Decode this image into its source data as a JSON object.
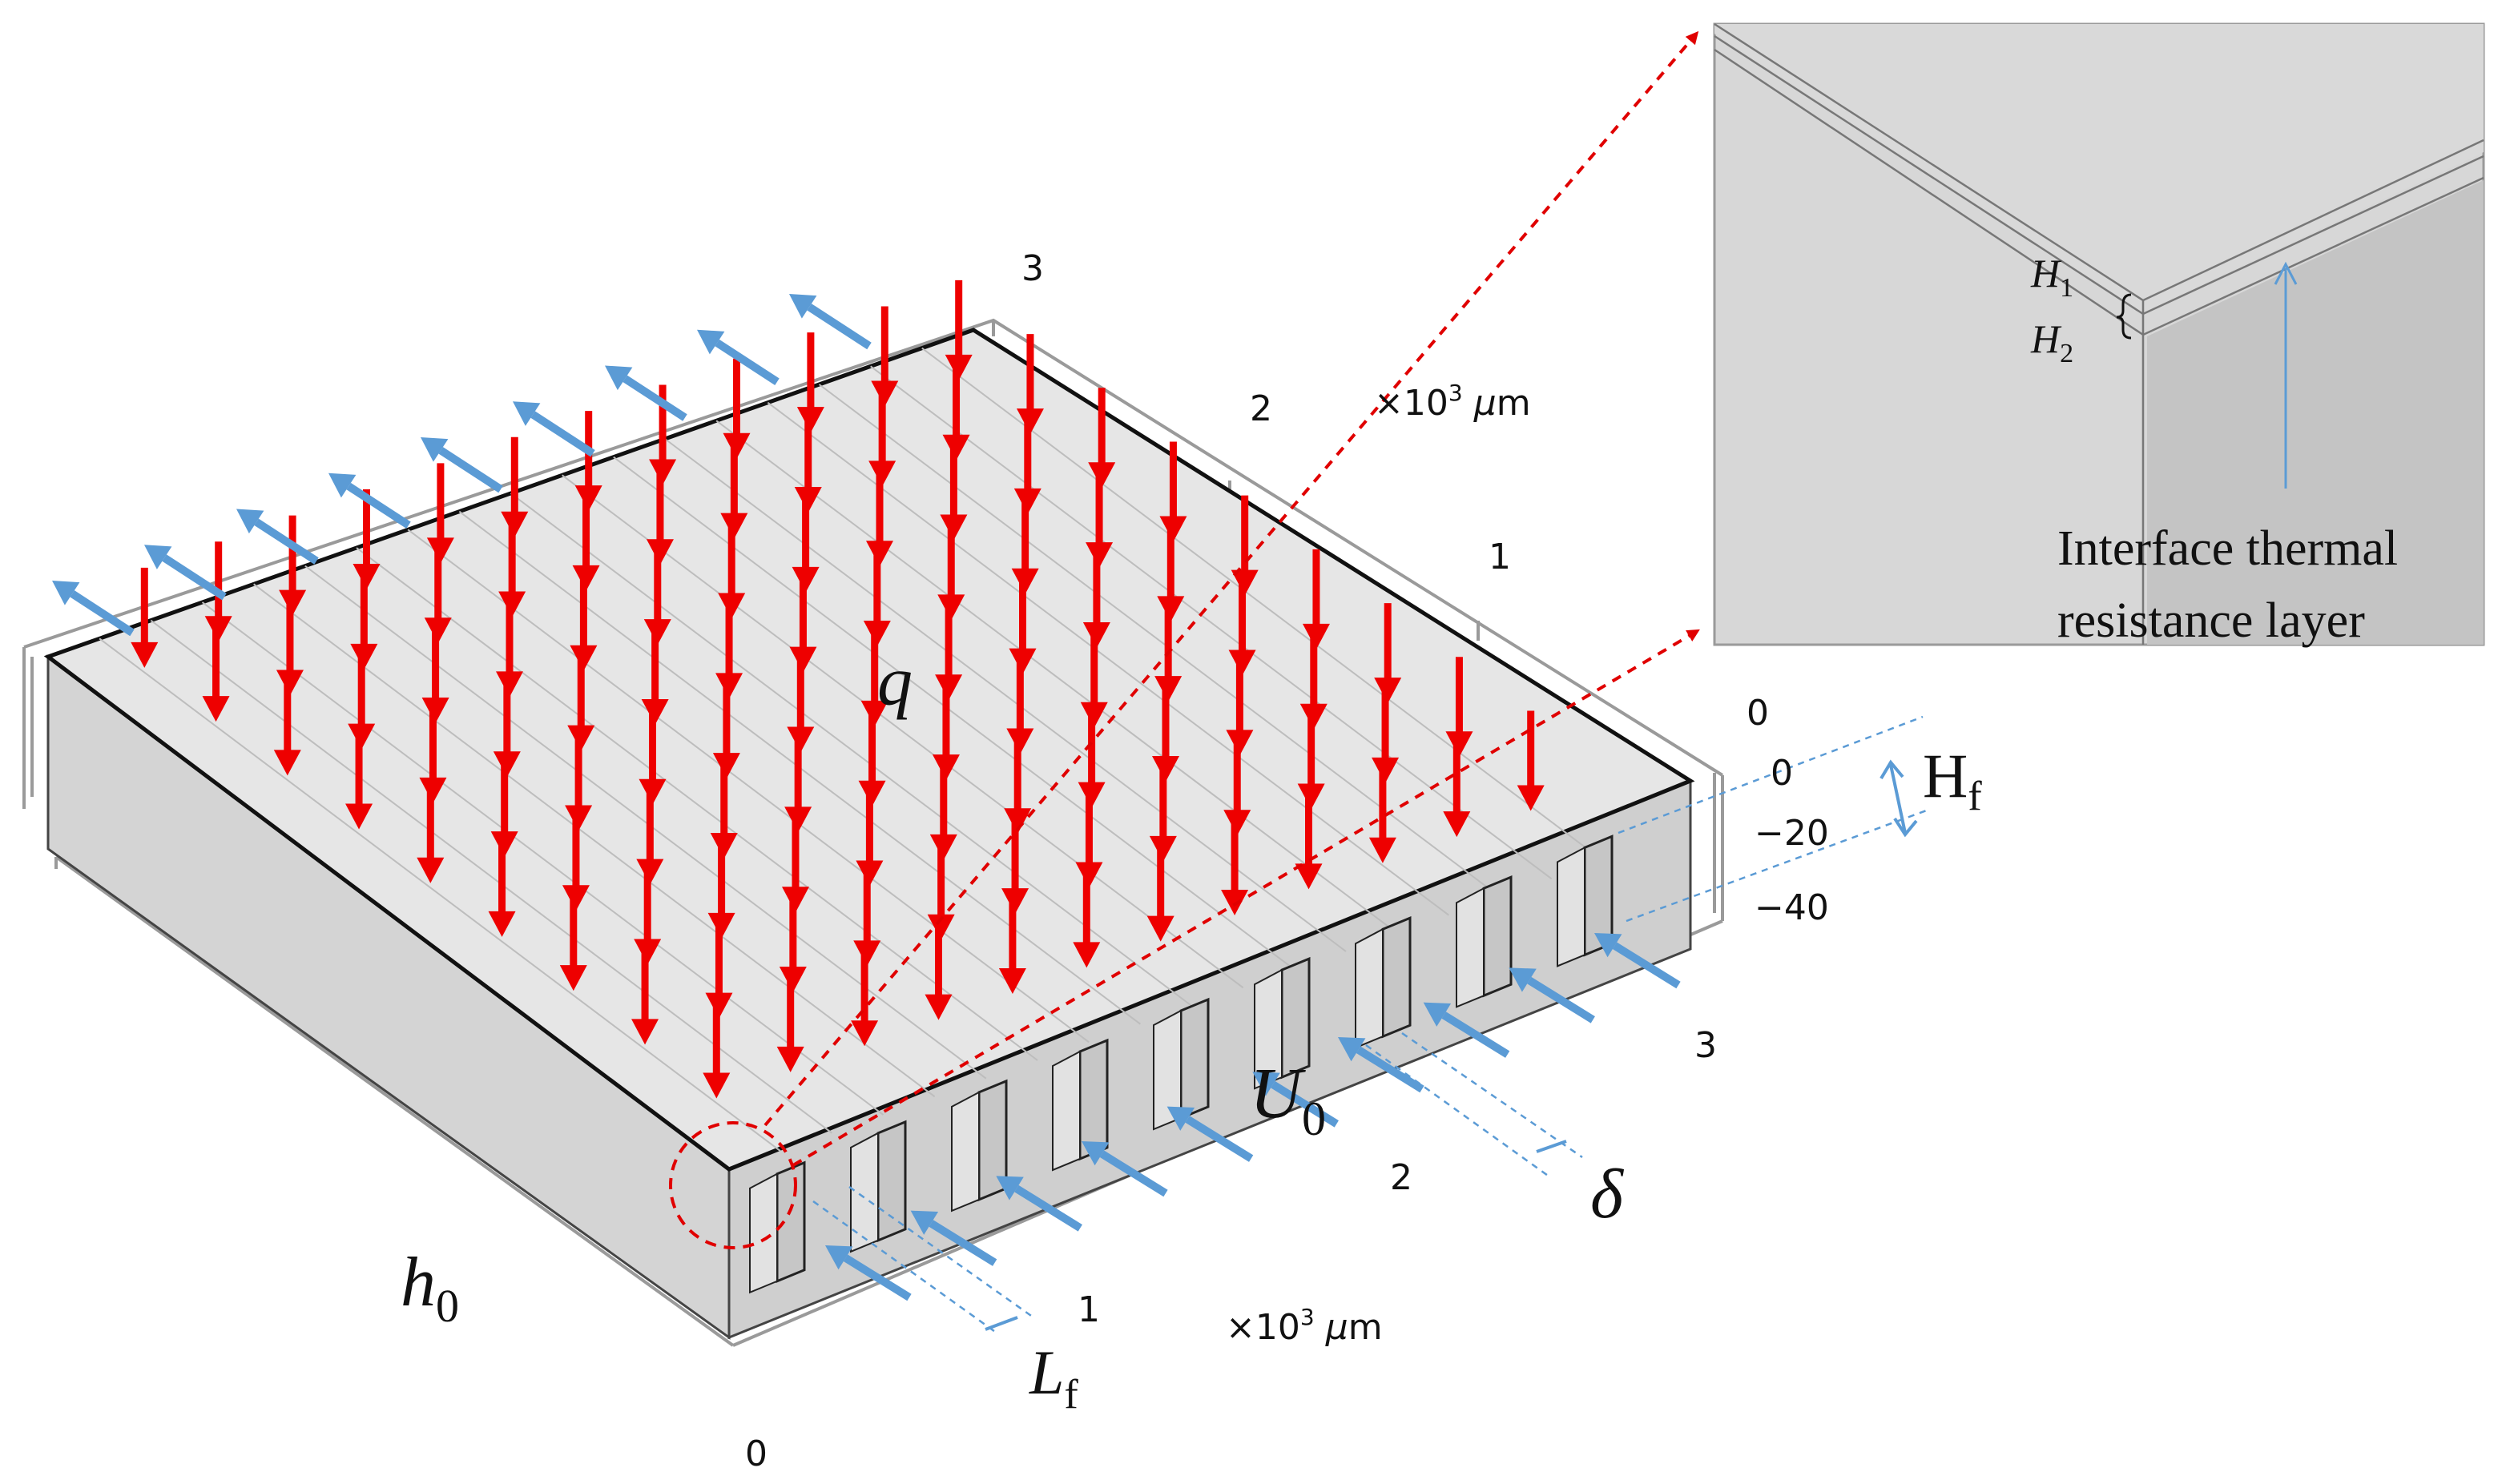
{
  "colors": {
    "heat_flux_arrow": "#ee0000",
    "coolant_arrow": "#5b9bd5",
    "block_face": "#d9d9d9",
    "inset_bg": "#d6d6d6",
    "zoom_marker": "#e00000"
  },
  "axes": {
    "y_ticks": [
      "0",
      "1",
      "2",
      "3"
    ],
    "x_ticks": [
      "0",
      "1",
      "2",
      "3"
    ],
    "z_ticks": [
      "0",
      "−20",
      "−40"
    ],
    "unit_prefix": "×10",
    "unit_exp": "3",
    "unit_mu": "μ",
    "unit_m": "m"
  },
  "labels": {
    "q": "q",
    "U": "U",
    "U_sub": "0",
    "h": "h",
    "h_sub": "0",
    "L": "L",
    "L_sub": "f",
    "H": "H",
    "Hf_sub": "f",
    "delta": "δ"
  },
  "inset": {
    "H1": "H",
    "H1_sub": "1",
    "H2": "H",
    "H2_sub": "2",
    "note_line1": "Interface thermal",
    "note_line2": "resistance layer"
  },
  "heat_flux_grid": {
    "rows": 9,
    "cols": 12
  },
  "coolant_outlet_count": 9,
  "coolant_inlet_count": 10,
  "fin_count": 9
}
